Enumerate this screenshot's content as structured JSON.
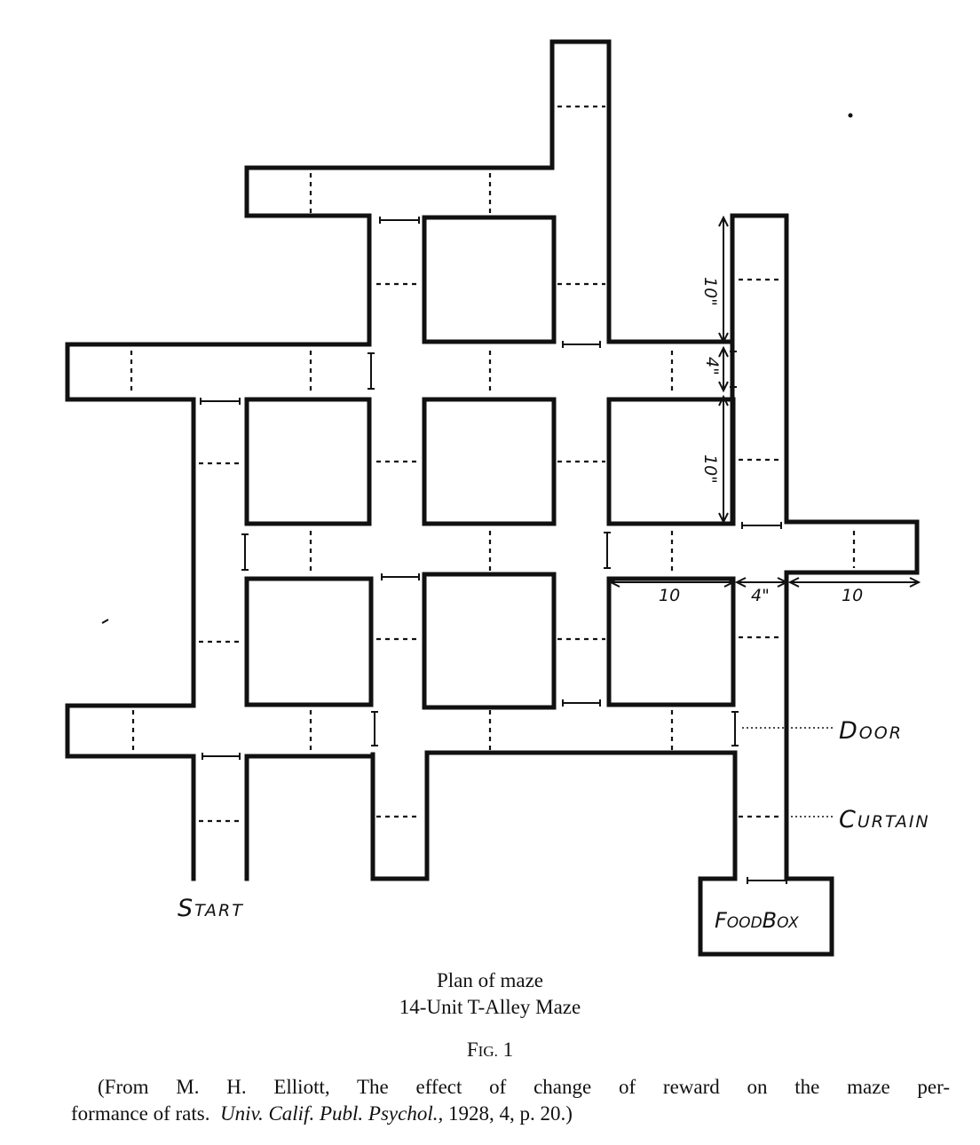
{
  "maze": {
    "dimension_labels": {
      "v_upper": "10\"",
      "v_mid": "4\"",
      "v_lower": "10\"",
      "h_left": "10",
      "h_mid": "4\"",
      "h_right": "10"
    },
    "labels": {
      "door": "Door",
      "curtain": "Curtain",
      "start": "Start",
      "food_box": "FoodBox"
    }
  },
  "caption": {
    "line1": "Plan of maze",
    "line2": "14-Unit T-Alley Maze",
    "fig_prefix": "F",
    "fig_smallcaps": "IG.",
    "fig_number": "1",
    "source_line1": "(From M. H. Elliott, The effect of change of reward on the maze per-",
    "source_line2_a": "formance of rats.",
    "source_line2_journal": "Univ. Calif. Publ. Psychol.,",
    "source_line2_b": "1928, 4, p. 20.)"
  }
}
